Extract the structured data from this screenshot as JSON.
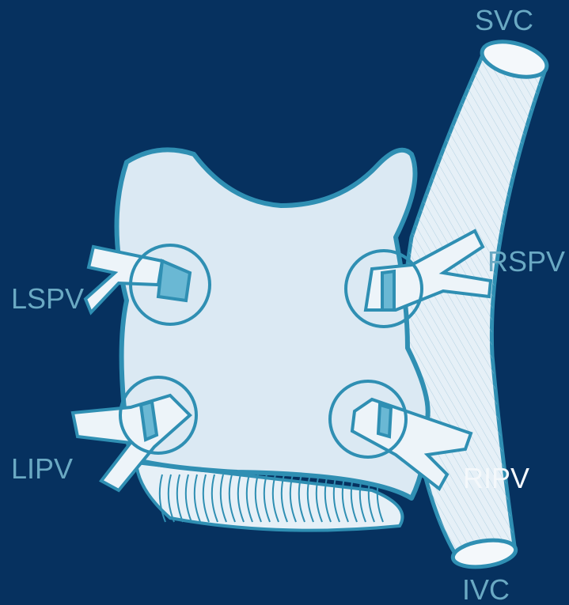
{
  "diagram": {
    "labels": {
      "svc": "SVC",
      "rspv": "RSPV",
      "lspv": "LSPV",
      "lipv": "LIPV",
      "ripv": "RIPV",
      "ivc": "IVC"
    },
    "colors": {
      "background": "#06315f",
      "outline": "#2f8fb3",
      "atrium_fill": "#dbe9f3",
      "vessel_fill": "#edf4f9",
      "label": "#6aa9c3",
      "label_highlight": "#f4f8fb",
      "ablation_band": "#6ab8d4"
    }
  }
}
